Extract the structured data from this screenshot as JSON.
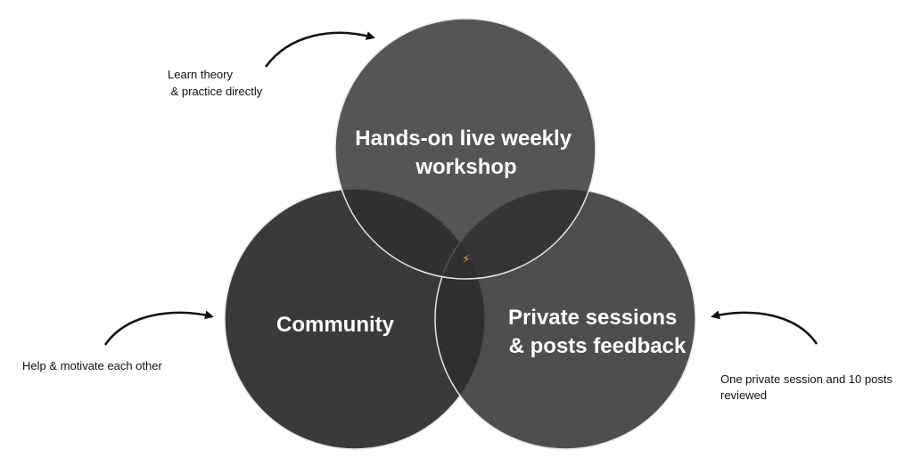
{
  "diagram": {
    "circles": {
      "workshop": {
        "title_lines": [
          "Hands-on live weekly",
          "workshop"
        ]
      },
      "community": {
        "title_lines": [
          "Community"
        ]
      },
      "private": {
        "title_lines": [
          "Private sessions",
          "& posts feedback"
        ]
      }
    },
    "center_icon": "lightning-bolt-icon",
    "center_glyph": "⚡",
    "annotations": {
      "workshop": [
        "Learn theory",
        " & practice directly"
      ],
      "community": [
        "Help & motivate each other"
      ],
      "private": [
        "One private session and 10 posts",
        "reviewed"
      ]
    },
    "colors": {
      "circle_fill": "#2f2f2f",
      "circle_stroke": "#e6e6e6",
      "text": "#ffffff",
      "annotation": "#111111",
      "arrow": "#111111",
      "bolt": "#f5a623"
    }
  }
}
